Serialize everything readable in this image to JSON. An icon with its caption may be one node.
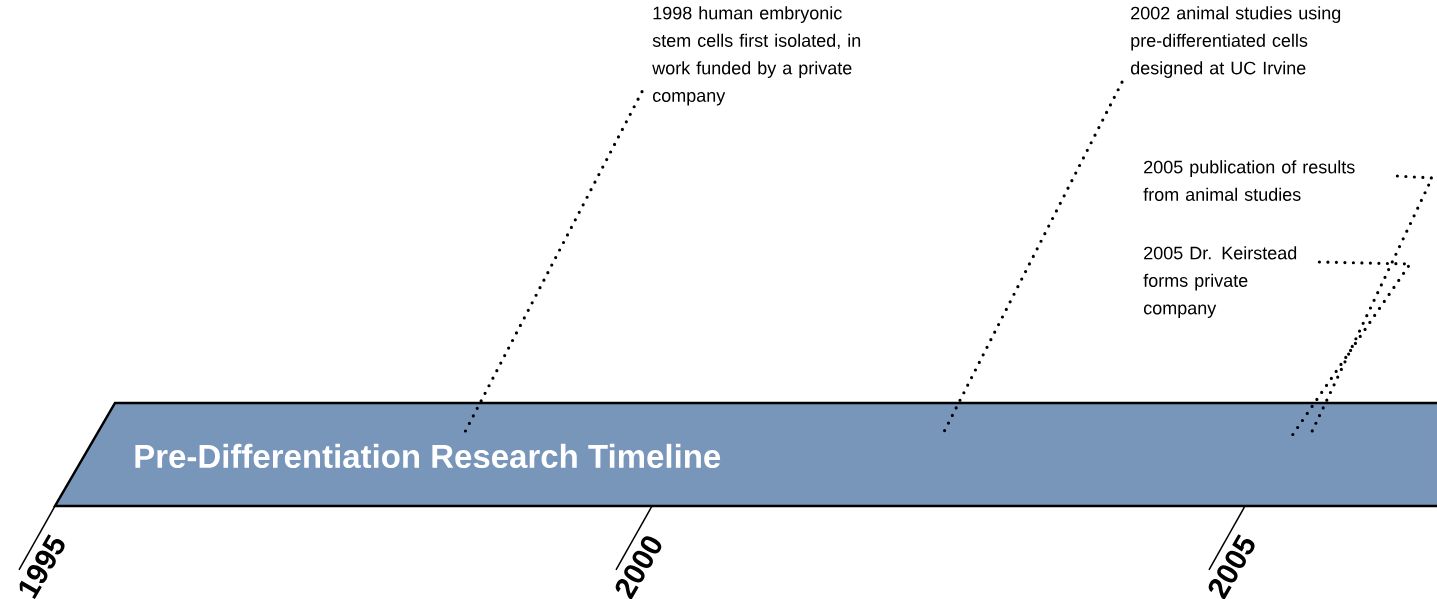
{
  "diagram": {
    "nodes": [
      {
        "text": [
          "Pre-Differentiation Research Timeline"
        ]
      },
      {
        "text": [
          "1998 human embryonic stem cells first isolated, in work funded by a private company"
        ]
      },
      {
        "text": [
          "2002 animal studies using pre-differentiated cells designed at UC Irvine"
        ]
      },
      {
        "text": [
          "2005 publication of results from animal studies"
        ]
      },
      {
        "text": [
          "2005 Dr. Keirstead forms private company"
        ]
      }
    ],
    "edges": [
      {
        "from": 1,
        "to": 0,
        "arrow": "none"
      },
      {
        "from": 2,
        "to": 0,
        "arrow": "none"
      },
      {
        "from": 3,
        "to": 0,
        "arrow": "none"
      },
      {
        "from": 4,
        "to": 0,
        "arrow": "none"
      }
    ],
    "labels": [
      "1995",
      "2000",
      "2005"
    ]
  }
}
